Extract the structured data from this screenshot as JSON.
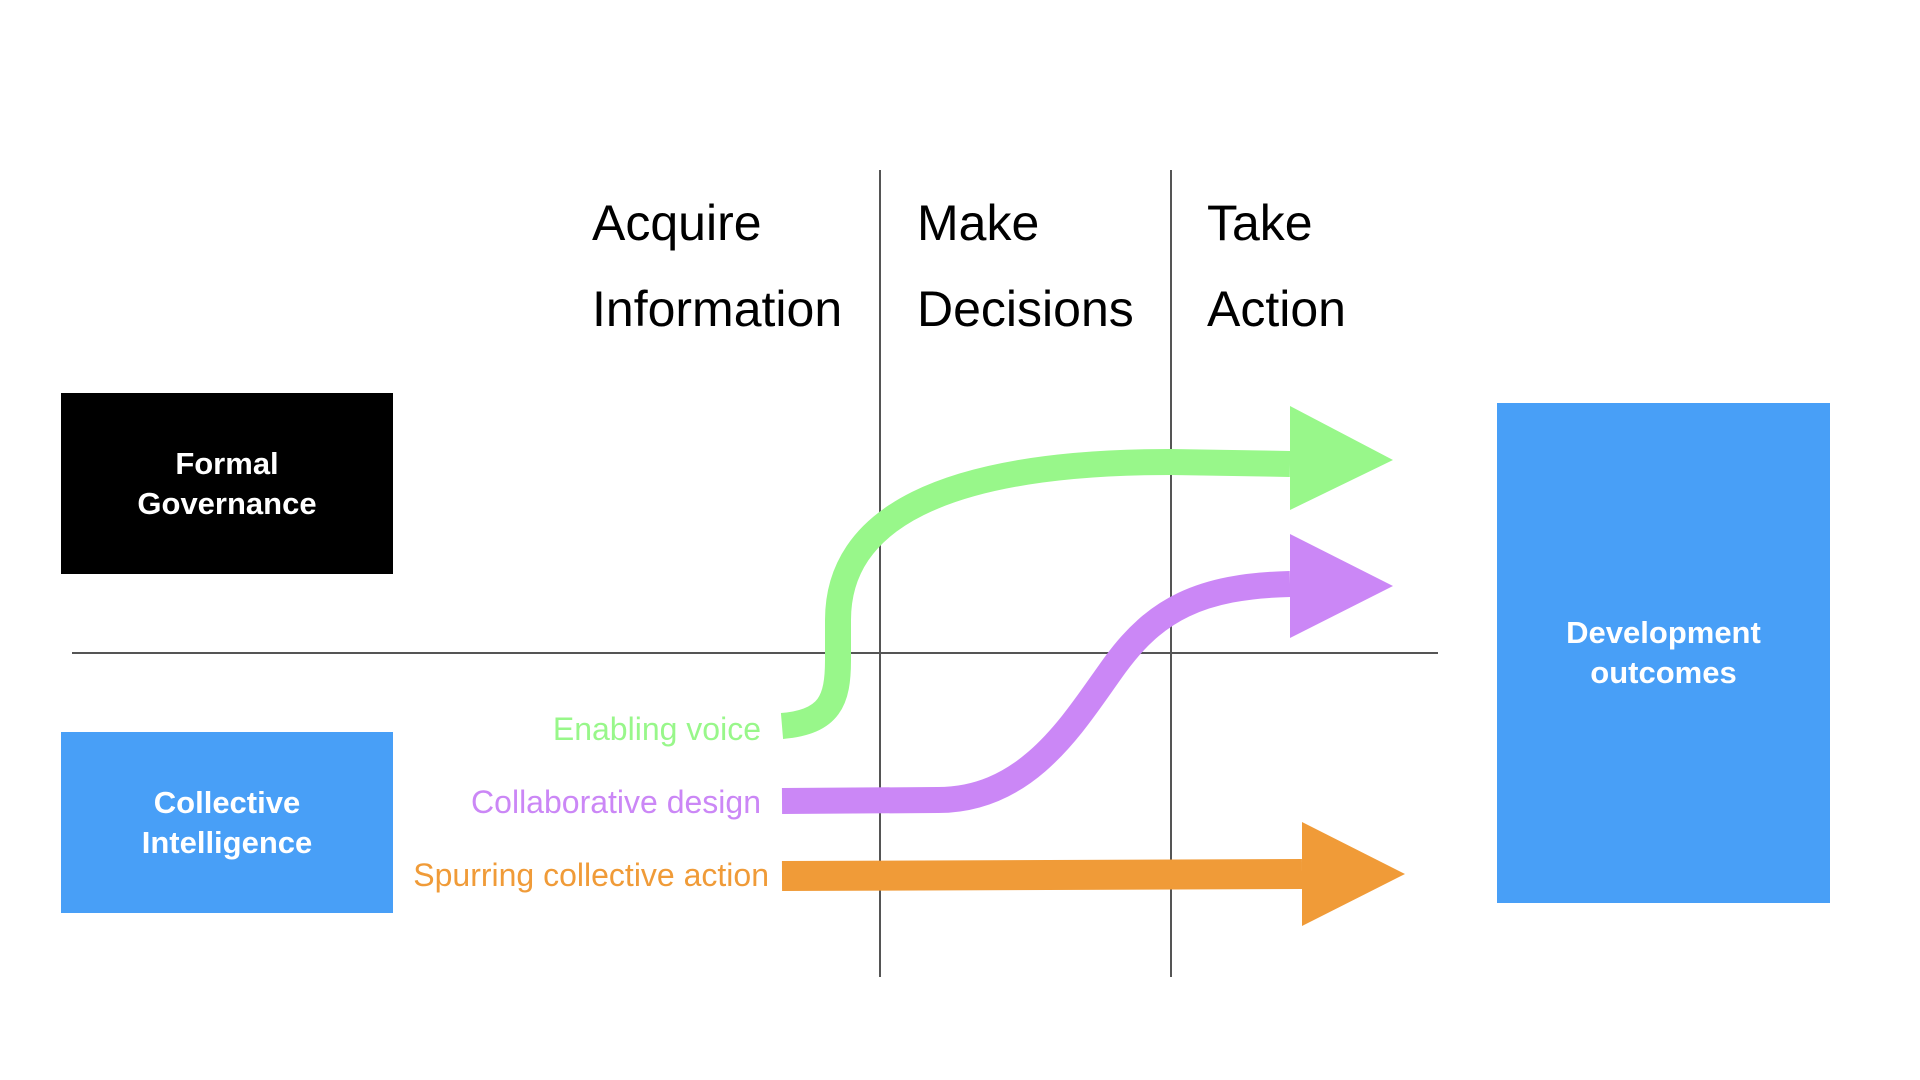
{
  "stages": [
    {
      "line1": "Acquire",
      "line2": "Information"
    },
    {
      "line1": "Make",
      "line2": "Decisions"
    },
    {
      "line1": "Take",
      "line2": "Action"
    }
  ],
  "boxes": {
    "formal_governance": {
      "line1": "Formal",
      "line2": "Governance",
      "color": "#000000"
    },
    "collective_intelligence": {
      "line1": "Collective",
      "line2": "Intelligence",
      "color": "#489FF7"
    },
    "development_outcomes": {
      "line1": "Development",
      "line2": "outcomes",
      "color": "#489FF7"
    }
  },
  "pathways": [
    {
      "label": "Enabling voice",
      "color": "#98F78A"
    },
    {
      "label": "Collaborative design",
      "color": "#CB87F6"
    },
    {
      "label": "Spurring collective action",
      "color": "#F09B38"
    }
  ],
  "line_color": "#555555"
}
